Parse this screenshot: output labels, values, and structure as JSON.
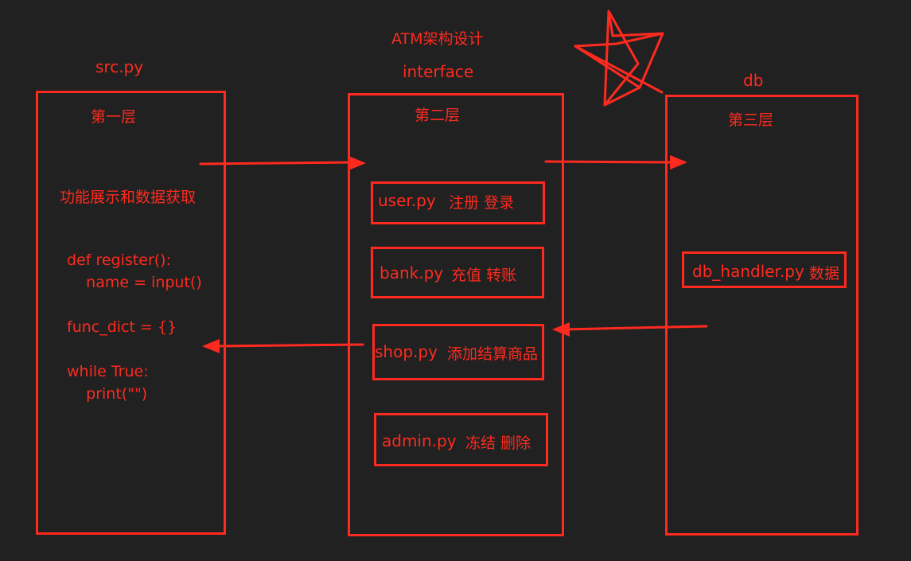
{
  "title": "ATM架构设计",
  "layers": [
    {
      "header": "src.py",
      "name": "第一层"
    },
    {
      "header": "interface",
      "name": "第二层"
    },
    {
      "header": "db",
      "name": "第三层"
    }
  ],
  "layer1": {
    "description": "功能展示和数据获取",
    "code": [
      "def register():",
      "    name = input()",
      "func_dict = {}",
      "while True:",
      "    print(\"\")"
    ]
  },
  "modules": [
    {
      "file": "user.py",
      "desc": "注册 登录"
    },
    {
      "file": "bank.py",
      "desc": "充值 转账"
    },
    {
      "file": "shop.py",
      "desc": "添加结算商品"
    },
    {
      "file": "admin.py",
      "desc": "冻结 删除"
    }
  ],
  "db_module": {
    "file": "db_handler.py",
    "desc": "数据"
  },
  "colors": {
    "background": "#212121",
    "ink": "#ff2a1f"
  }
}
